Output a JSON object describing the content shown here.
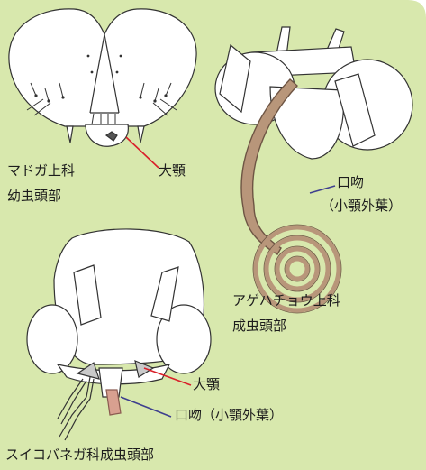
{
  "labels": {
    "madoga_line1": "マドガ上科",
    "madoga_line2": "幼虫頭部",
    "madoga_mandible": "大顎",
    "ageha_proboscis": "口吻",
    "ageha_proboscis_sub": "（小顎外葉）",
    "ageha_line1": "アゲハチョウ上科",
    "ageha_line2": "成虫頭部",
    "suiko_mandible": "大顎",
    "suiko_proboscis": "口吻（小顎外葉）",
    "suiko_caption": "スイコバネガ科成虫頭部"
  },
  "colors": {
    "background": "#d8e8ad",
    "outline": "#333333",
    "head_fill": "#ffffff",
    "mandible_pointer": "#d9202a",
    "proboscis_pointer": "#3e3f8e",
    "proboscis_fill": "#b8967a",
    "mandible_fill": "#c9c9c9",
    "text": "#1d1d1d"
  }
}
